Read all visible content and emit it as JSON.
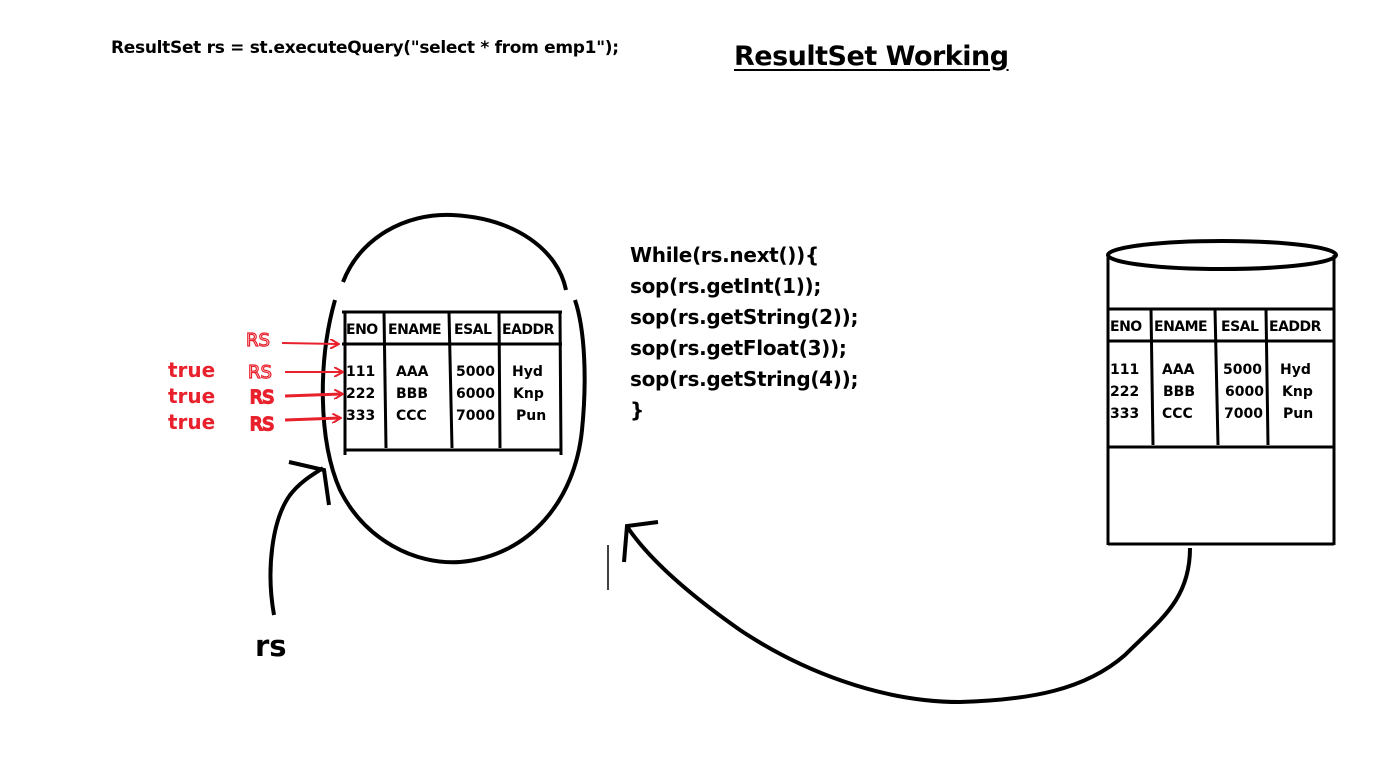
{
  "query_line": "ResultSet rs = st.executeQuery(\"select  * from emp1\");",
  "title": "ResultSet Working",
  "code_lines": [
    "While(rs.next()){",
    "sop(rs.getInt(1));",
    "sop(rs.getString(2));",
    "sop(rs.getFloat(3));",
    "sop(rs.getString(4));",
    "}"
  ],
  "rs_pointer_label": "rs",
  "next_results": [
    "true",
    "true",
    "true"
  ],
  "cursor_markers": [
    "RS",
    "RS",
    "RS",
    "RS"
  ],
  "table": {
    "headers": [
      "ENO",
      "ENAME",
      "ESAL",
      "EADDR"
    ],
    "rows": [
      [
        "111",
        "AAA",
        "5000",
        "Hyd"
      ],
      [
        "222",
        "BBB",
        "6000",
        "Knp"
      ],
      [
        "333",
        "CCC",
        "7000",
        "Pun"
      ]
    ]
  },
  "colors": {
    "ink": "#000000",
    "annotation": "#e8212c"
  }
}
